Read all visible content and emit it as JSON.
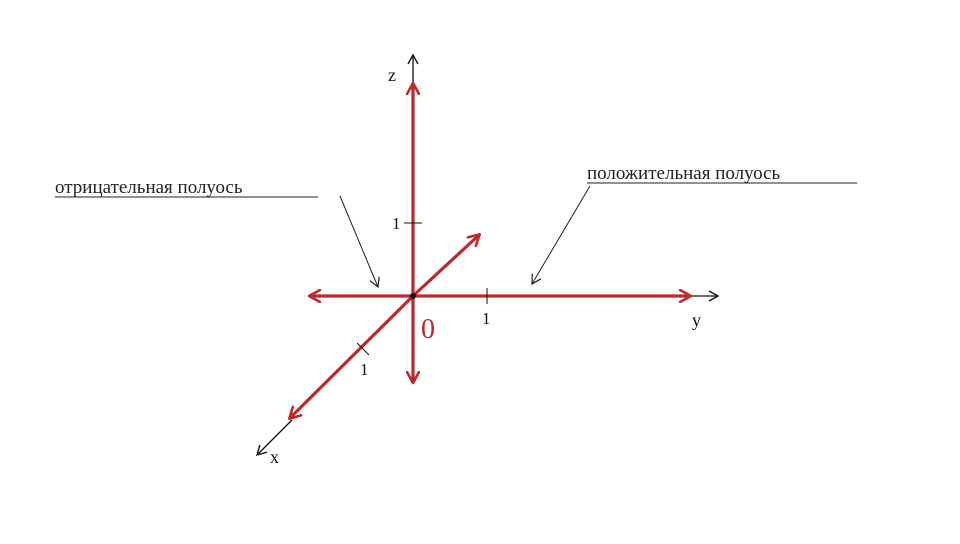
{
  "colors": {
    "axis_red": "#c0272d",
    "axis_black": "#111111",
    "annotation": "#222222"
  },
  "axes": {
    "x_label": "x",
    "y_label": "y",
    "z_label": "z",
    "origin_label": "0",
    "tick_x": "1",
    "tick_y": "1",
    "tick_z": "1"
  },
  "annotations": {
    "negative_half_axis": "отрицательная полуось",
    "positive_half_axis": "положительная полуось"
  }
}
